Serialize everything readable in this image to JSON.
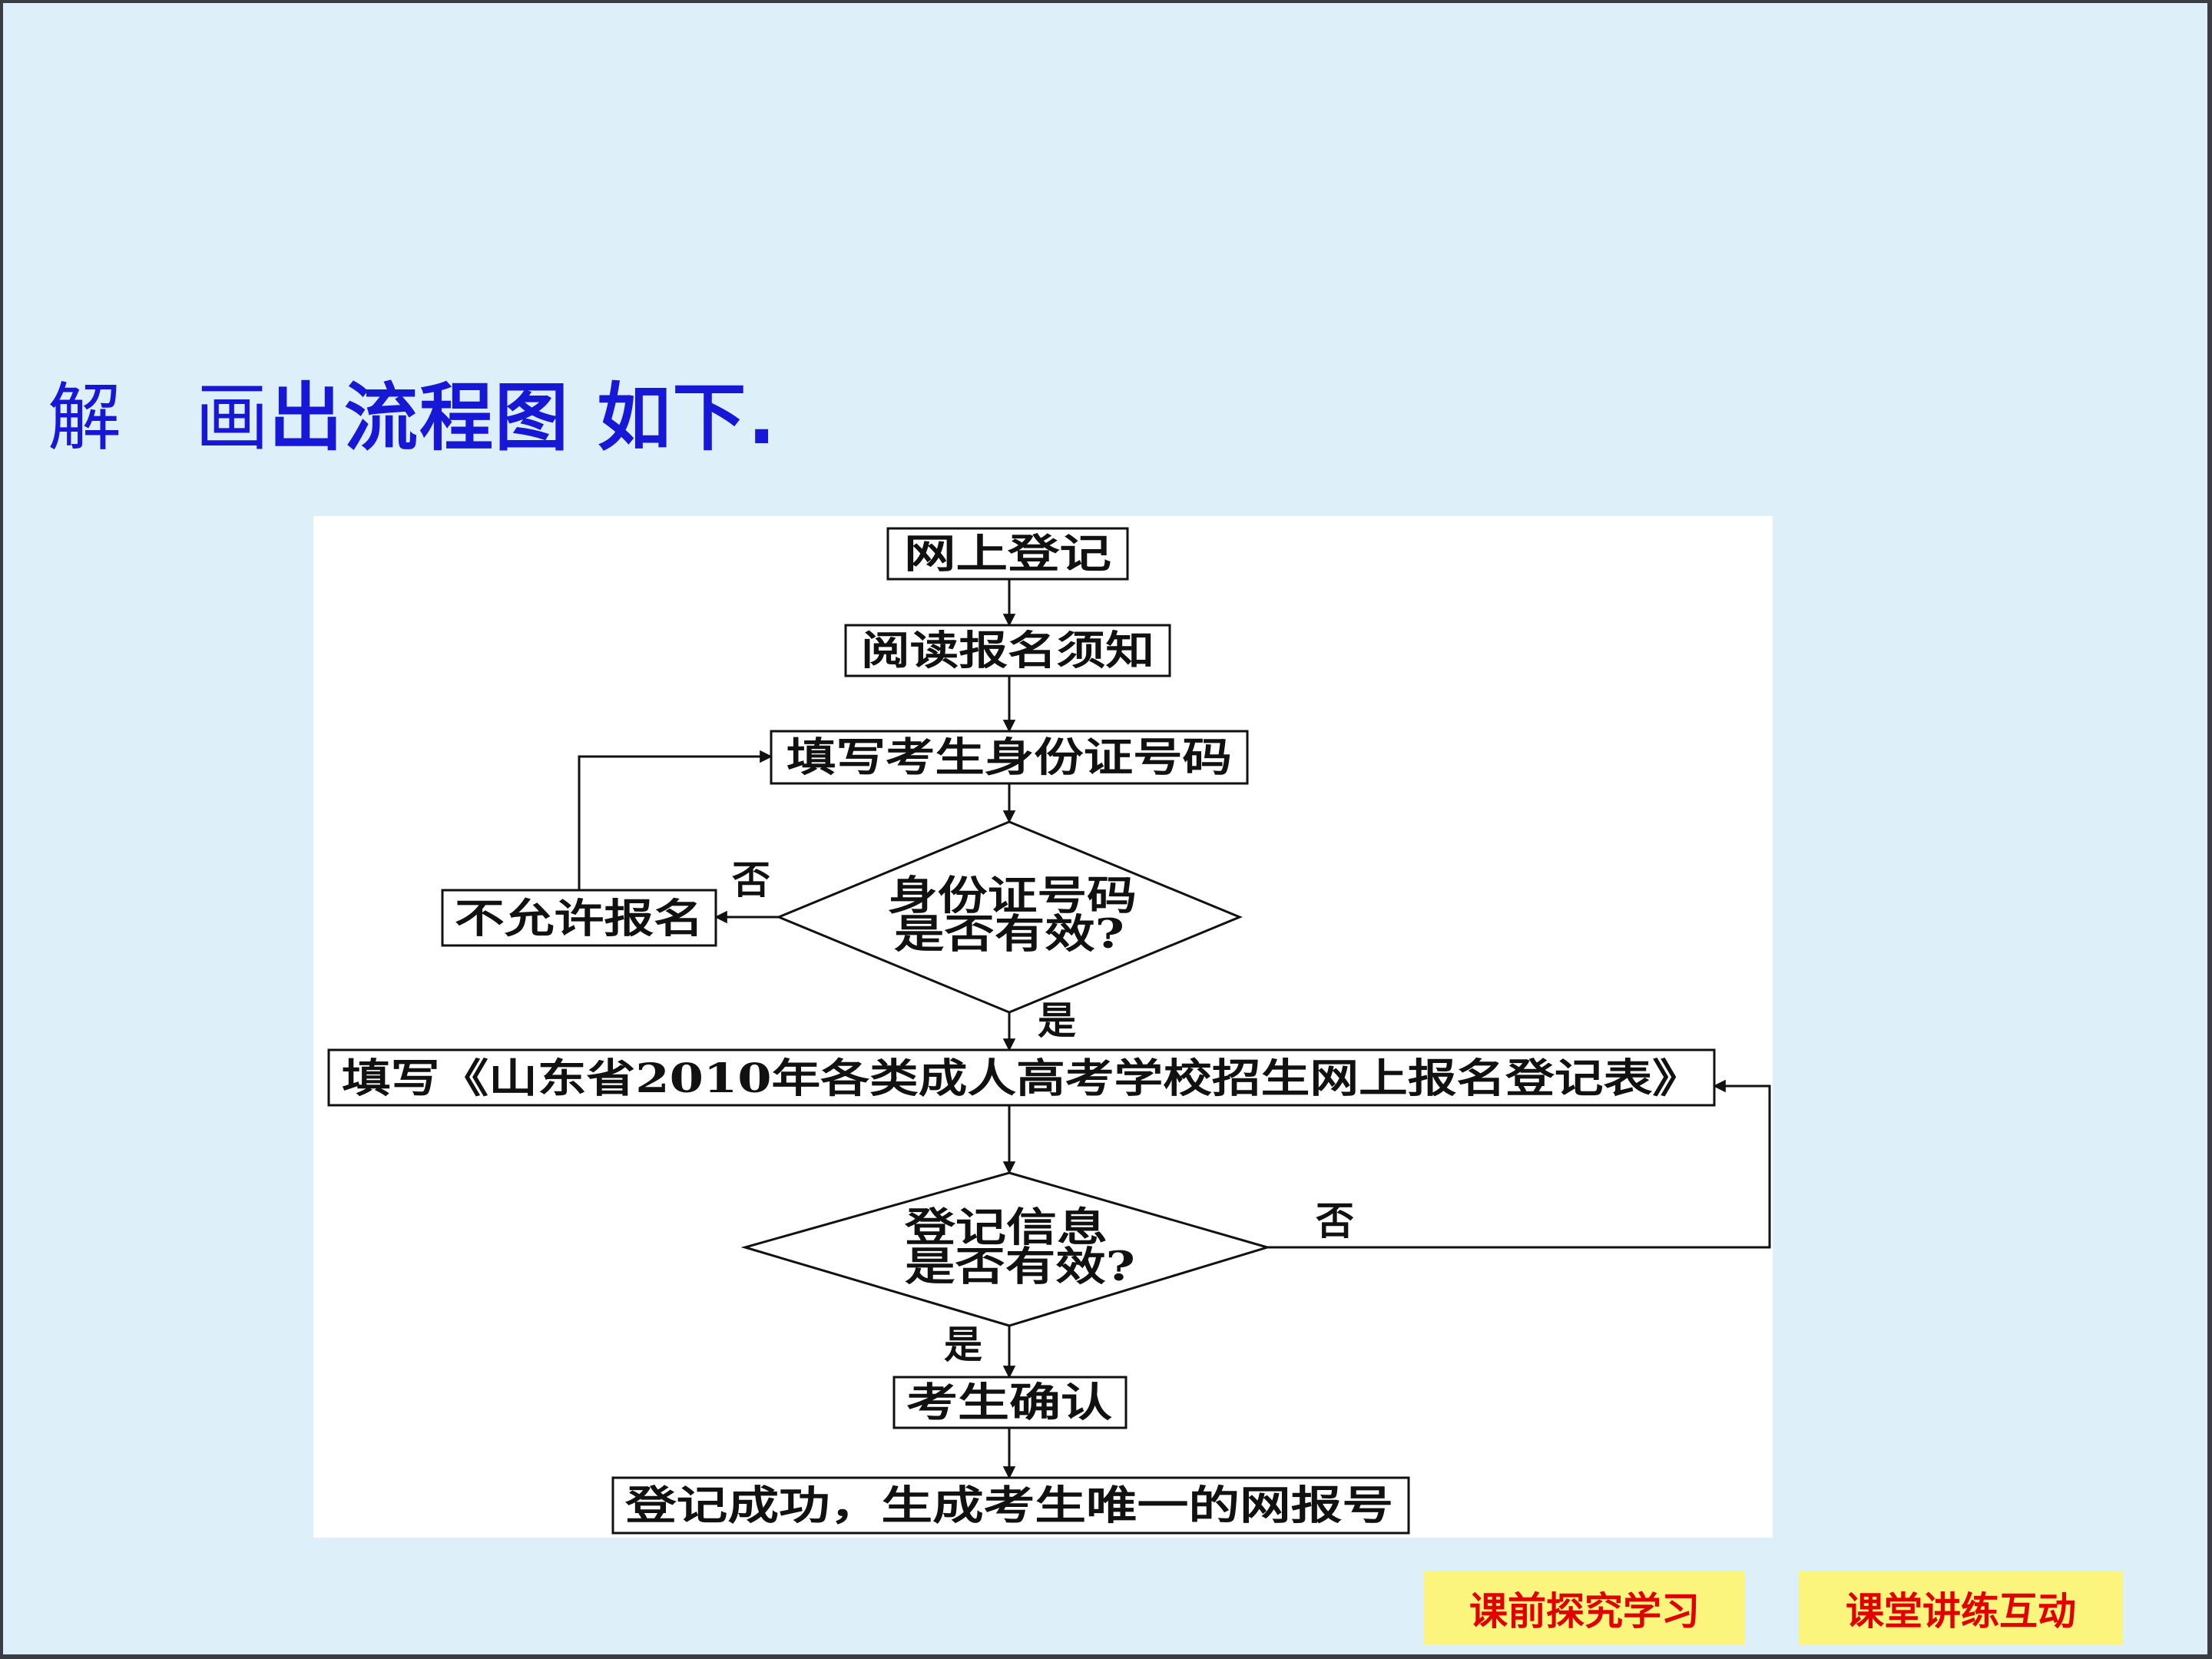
{
  "heading": {
    "prefix": "解",
    "hua": "画",
    "rest": "出流程图 如下."
  },
  "flowchart": {
    "nodes": {
      "online_register": "网上登记",
      "read_notice": "阅读报名须知",
      "fill_id": "填写考生身份证号码",
      "id_valid_line1": "身份证号码",
      "id_valid_line2": "是否有效?",
      "not_allowed": "不允许报名",
      "fill_form": "填写《山东省2010年各类成人高考学校招生网上报名登记表》",
      "info_valid_line1": "登记信息",
      "info_valid_line2": "是否有效?",
      "confirm": "考生确认",
      "success": "登记成功，生成考生唯一的网报号"
    },
    "edge_labels": {
      "id_no": "否",
      "id_yes": "是",
      "info_no": "否",
      "info_yes": "是"
    }
  },
  "nav": {
    "pre_class": "课前探究学习",
    "in_class": "课堂讲练互动"
  }
}
